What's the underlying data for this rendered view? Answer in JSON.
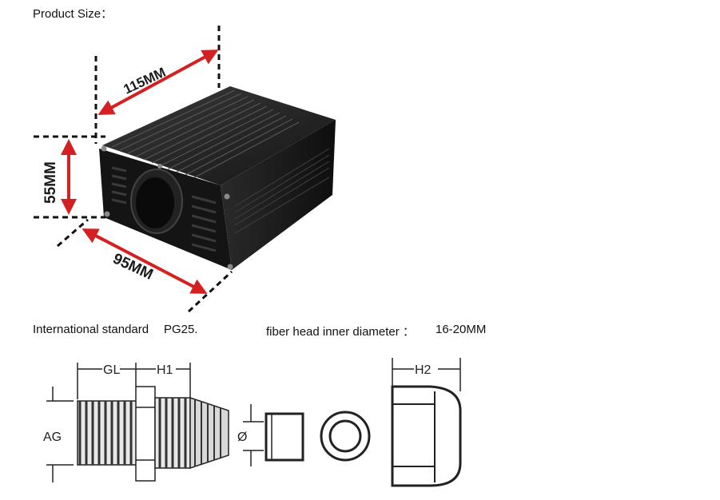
{
  "header": {
    "title": "Product Size："
  },
  "product": {
    "dim_length": "115MM",
    "dim_height": "55MM",
    "dim_width": "95MM"
  },
  "specs": {
    "standard_label": "International standard",
    "standard_value": "PG25.",
    "fiber_label": "fiber head inner diameter ：",
    "fiber_value": "16-20MM"
  },
  "drawing": {
    "label_gl": "GL",
    "label_h1": "H1",
    "label_h2": "H2",
    "label_ag": "AG",
    "label_diameter": "Ø"
  },
  "colors": {
    "arrow": "#d42020",
    "body": "#1c1c1c",
    "line": "#222222"
  }
}
